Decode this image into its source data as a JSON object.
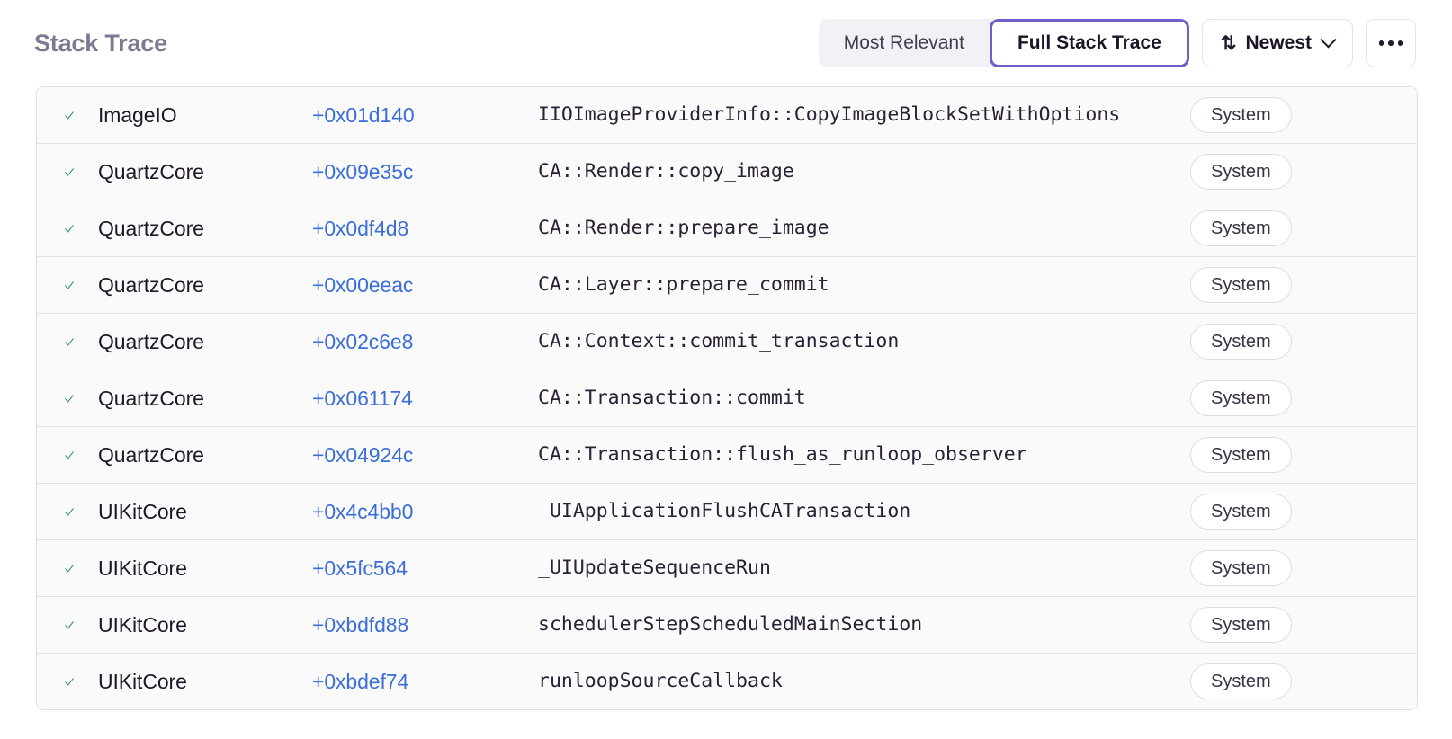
{
  "header": {
    "title": "Stack Trace",
    "view_toggle": {
      "options": [
        {
          "label": "Most Relevant",
          "active": false
        },
        {
          "label": "Full Stack Trace",
          "active": true
        }
      ]
    },
    "sort": {
      "icon": "sort-arrows-icon",
      "label": "Newest",
      "chevron": "chevron-down-icon"
    },
    "more": {
      "label": "...",
      "icon": "ellipsis-icon"
    }
  },
  "colors": {
    "accent_purple": "#6b5fc8",
    "offset_blue": "#3b6fd6",
    "check_green": "#2e8b6f",
    "title_gray": "#80788f",
    "row_bg": "#fafafb",
    "row_divider": "#e2e0ea"
  },
  "frames": [
    {
      "status_icon": "checkmark-icon",
      "module": "ImageIO",
      "offset": "+0x01d140",
      "function": "IIOImageProviderInfo::CopyImageBlockSetWithOptions",
      "badge": "System"
    },
    {
      "status_icon": "checkmark-icon",
      "module": "QuartzCore",
      "offset": "+0x09e35c",
      "function": "CA::Render::copy_image",
      "badge": "System"
    },
    {
      "status_icon": "checkmark-icon",
      "module": "QuartzCore",
      "offset": "+0x0df4d8",
      "function": "CA::Render::prepare_image",
      "badge": "System"
    },
    {
      "status_icon": "checkmark-icon",
      "module": "QuartzCore",
      "offset": "+0x00eeac",
      "function": "CA::Layer::prepare_commit",
      "badge": "System"
    },
    {
      "status_icon": "checkmark-icon",
      "module": "QuartzCore",
      "offset": "+0x02c6e8",
      "function": "CA::Context::commit_transaction",
      "badge": "System"
    },
    {
      "status_icon": "checkmark-icon",
      "module": "QuartzCore",
      "offset": "+0x061174",
      "function": "CA::Transaction::commit",
      "badge": "System"
    },
    {
      "status_icon": "checkmark-icon",
      "module": "QuartzCore",
      "offset": "+0x04924c",
      "function": "CA::Transaction::flush_as_runloop_observer",
      "badge": "System"
    },
    {
      "status_icon": "checkmark-icon",
      "module": "UIKitCore",
      "offset": "+0x4c4bb0",
      "function": "_UIApplicationFlushCATransaction",
      "badge": "System"
    },
    {
      "status_icon": "checkmark-icon",
      "module": "UIKitCore",
      "offset": "+0x5fc564",
      "function": "_UIUpdateSequenceRun",
      "badge": "System"
    },
    {
      "status_icon": "checkmark-icon",
      "module": "UIKitCore",
      "offset": "+0xbdfd88",
      "function": "schedulerStepScheduledMainSection",
      "badge": "System"
    },
    {
      "status_icon": "checkmark-icon",
      "module": "UIKitCore",
      "offset": "+0xbdef74",
      "function": "runloopSourceCallback",
      "badge": "System"
    }
  ]
}
